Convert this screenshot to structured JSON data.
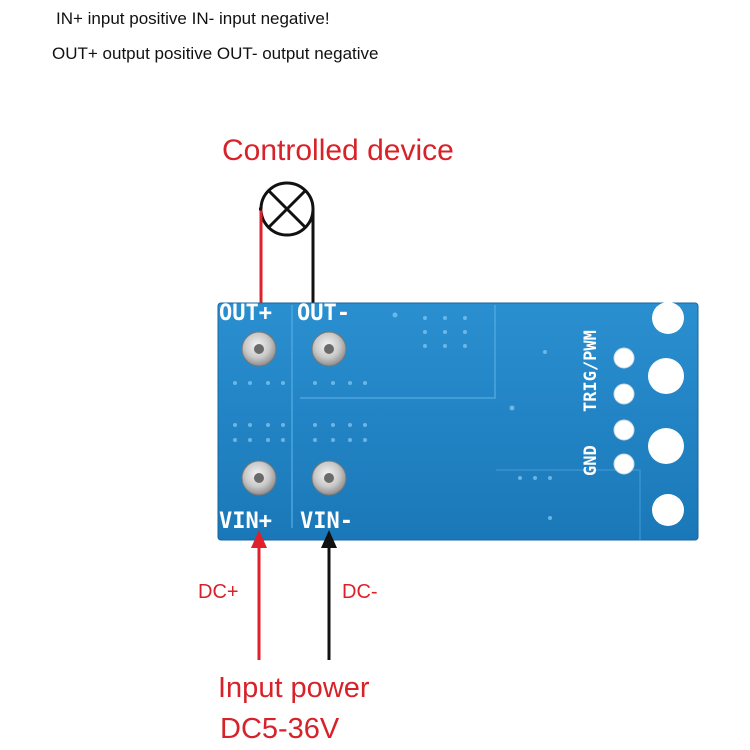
{
  "notes": {
    "line1": "IN+ input positive IN- input negative!",
    "line2": "OUT+ output positive OUT- output negative"
  },
  "load": {
    "title": "Controlled device",
    "icon": "lamp-icon"
  },
  "board": {
    "out_plus": "OUT+",
    "out_minus": "OUT-",
    "vin_plus": "VIN+",
    "vin_minus": "VIN-",
    "trig_pwm": "TRIG/PWM",
    "gnd": "GND",
    "color": "#1f84c8"
  },
  "supply": {
    "dc_plus": "DC+",
    "dc_minus": "DC-",
    "title": "Input power",
    "voltage": "DC5-36V"
  },
  "colors": {
    "positive": "#e0202a",
    "negative": "#111111",
    "label_red": "#d8222a"
  }
}
